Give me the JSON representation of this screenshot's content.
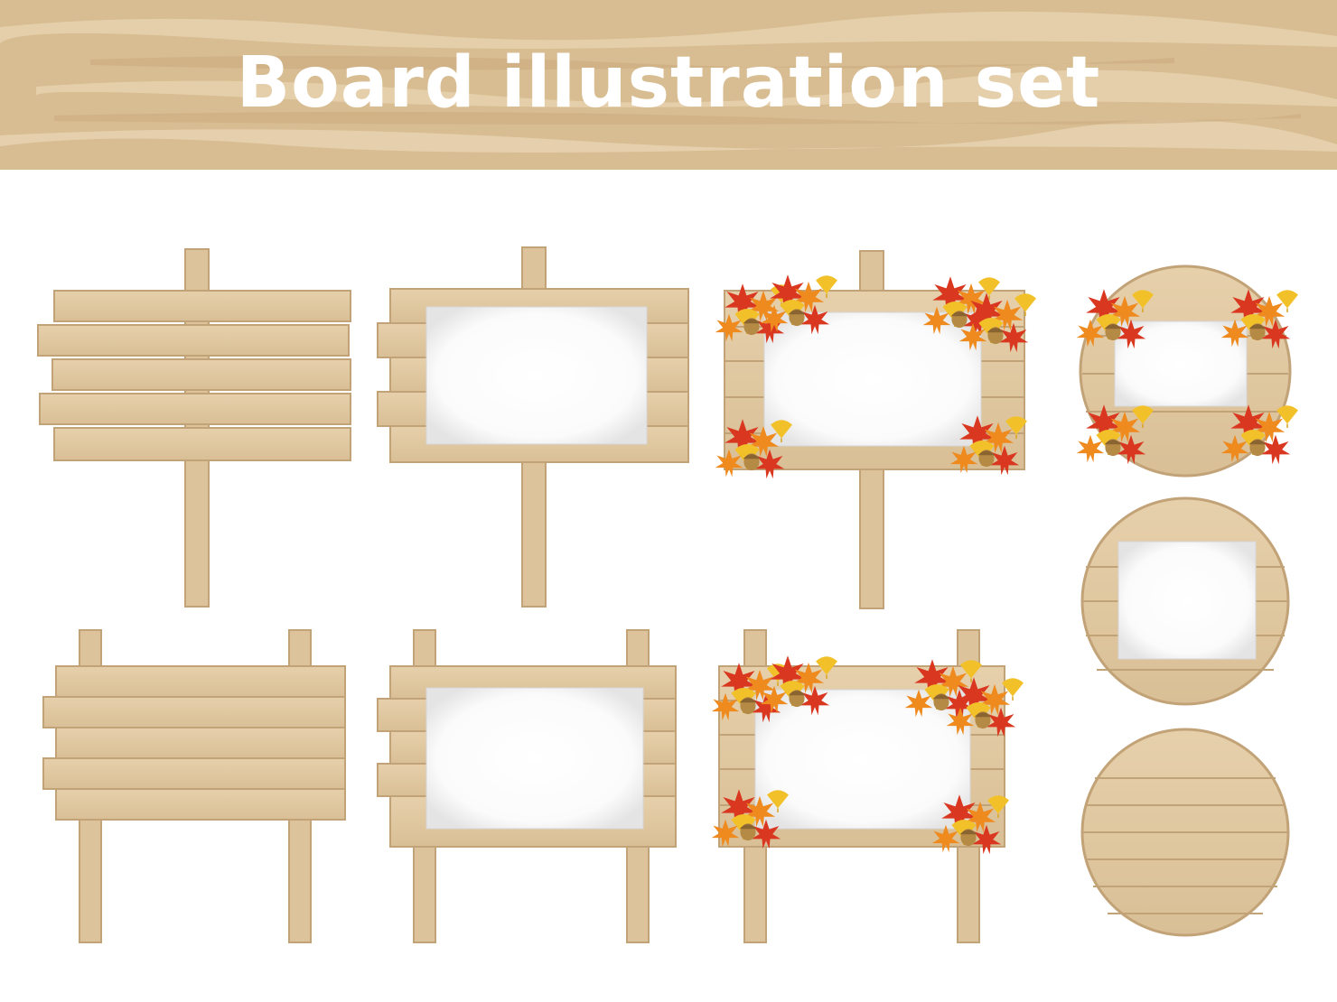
{
  "banner": {
    "title": "Board illustration set"
  },
  "colors": {
    "banner_bg": "#d8bd92",
    "wood_light": "#e2cba6",
    "wood_edge": "#c2a277",
    "wood_shadow": "#b7996f",
    "paper": "#ffffff",
    "leaf_red": "#d9371f",
    "leaf_orange": "#ee8a1e",
    "leaf_yellow": "#f2c12a"
  },
  "illustrations": [
    {
      "id": "plank-sign-single-post"
    },
    {
      "id": "framed-sign-single-post"
    },
    {
      "id": "autumn-framed-sign-single-post"
    },
    {
      "id": "autumn-round-sign"
    },
    {
      "id": "plank-sign-two-posts"
    },
    {
      "id": "framed-sign-two-posts"
    },
    {
      "id": "autumn-framed-sign-two-posts"
    },
    {
      "id": "framed-round-sign"
    },
    {
      "id": "plain-round-sign"
    }
  ]
}
